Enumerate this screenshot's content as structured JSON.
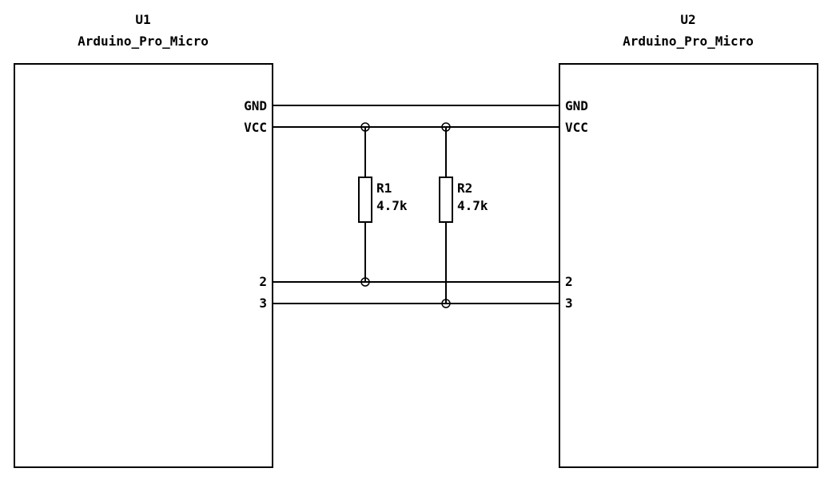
{
  "schematic": {
    "components": {
      "u1": {
        "ref": "U1",
        "value": "Arduino_Pro_Micro",
        "pins": {
          "gnd": "GND",
          "vcc": "VCC",
          "p2": "2",
          "p3": "3"
        }
      },
      "u2": {
        "ref": "U2",
        "value": "Arduino_Pro_Micro",
        "pins": {
          "gnd": "GND",
          "vcc": "VCC",
          "p2": "2",
          "p3": "3"
        }
      }
    },
    "resistors": {
      "r1": {
        "ref": "R1",
        "value": "4.7k"
      },
      "r2": {
        "ref": "R2",
        "value": "4.7k"
      }
    },
    "colors": {
      "stroke": "#000000",
      "background": "#ffffff"
    }
  }
}
